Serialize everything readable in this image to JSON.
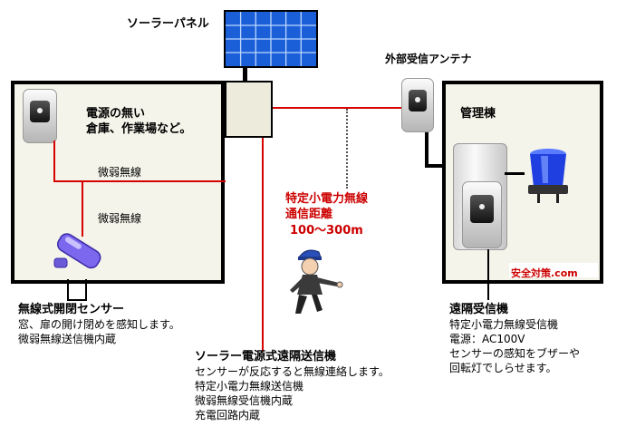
{
  "solar_panel_label": "ソーラーパネル",
  "antenna_label": "外部受信アンテナ",
  "warehouse": {
    "text_line1": "電源の無い",
    "text_line2": "倉庫、作業場など。"
  },
  "management_building_label": "管理棟",
  "weak_radio_label_1": "微弱無線",
  "weak_radio_label_2": "微弱無線",
  "specified_radio": {
    "line1": "特定小電力無線",
    "line2": "通信距離",
    "line3": "100～300m"
  },
  "sensor_block": {
    "title": "無線式開閉センサー",
    "lines": [
      "窓、扉の開け閉めを感知します。",
      "微弱無線送信機内蔵"
    ]
  },
  "transmitter_block": {
    "title": "ソーラー電源式遠隔送信機",
    "lines": [
      "センサーが反応すると無線連絡します。",
      "特定小電力無線送信機",
      "微弱無線受信機内蔵",
      "充電回路内蔵"
    ]
  },
  "receiver_block": {
    "title": "遠隔受信機",
    "lines": [
      "特定小電力無線受信機",
      "電源：AC100V",
      "センサーの感知をブザーや",
      "回転灯でしらせます。"
    ]
  },
  "logo": {
    "text": "安全対策.com"
  },
  "colors": {
    "red_line": "#d60000",
    "panel_blue": "#1a5fd8",
    "building_fill": "#f4f4ea",
    "lamp_blue": "#1f3fe0"
  }
}
